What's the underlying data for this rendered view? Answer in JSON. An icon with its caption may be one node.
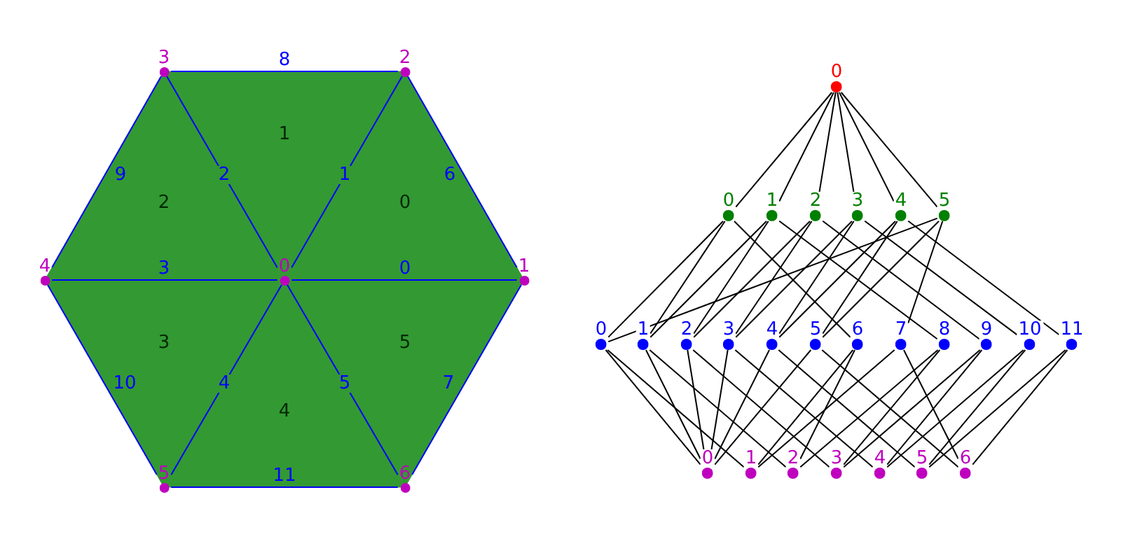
{
  "diagram": {
    "nodes": [
      {
        "text": [
          "0"
        ]
      },
      {
        "text": [
          "1"
        ]
      },
      {
        "text": [
          "2"
        ]
      },
      {
        "text": [
          "3"
        ]
      },
      {
        "text": [
          "4"
        ]
      },
      {
        "text": [
          "5"
        ]
      },
      {
        "text": [
          "6"
        ]
      },
      {
        "text": [
          "0"
        ]
      },
      {
        "text": [
          "1"
        ]
      },
      {
        "text": [
          "2"
        ]
      },
      {
        "text": [
          "3"
        ]
      },
      {
        "text": [
          "4"
        ]
      },
      {
        "text": [
          "5"
        ]
      },
      {
        "text": [
          "0"
        ]
      },
      {
        "text": [
          "0"
        ]
      },
      {
        "text": [
          "1"
        ]
      },
      {
        "text": [
          "2"
        ]
      },
      {
        "text": [
          "3"
        ]
      },
      {
        "text": [
          "4"
        ]
      },
      {
        "text": [
          "5"
        ]
      },
      {
        "text": [
          "0"
        ]
      },
      {
        "text": [
          "1"
        ]
      },
      {
        "text": [
          "2"
        ]
      },
      {
        "text": [
          "3"
        ]
      },
      {
        "text": [
          "4"
        ]
      },
      {
        "text": [
          "5"
        ]
      },
      {
        "text": [
          "6"
        ]
      },
      {
        "text": [
          "7"
        ]
      },
      {
        "text": [
          "8"
        ]
      },
      {
        "text": [
          "9"
        ]
      },
      {
        "text": [
          "10"
        ]
      },
      {
        "text": [
          "11"
        ]
      },
      {
        "text": [
          "0"
        ]
      },
      {
        "text": [
          "1"
        ]
      },
      {
        "text": [
          "2"
        ]
      },
      {
        "text": [
          "3"
        ]
      },
      {
        "text": [
          "4"
        ]
      },
      {
        "text": [
          "5"
        ]
      },
      {
        "text": [
          "6"
        ]
      }
    ],
    "edges": [
      {
        "from": 0,
        "to": 1,
        "arrow": "none",
        "label": "0",
        "color": "#0000ff"
      },
      {
        "from": 0,
        "to": 2,
        "arrow": "none",
        "label": "1",
        "color": "#0000ff"
      },
      {
        "from": 0,
        "to": 3,
        "arrow": "none",
        "label": "2",
        "color": "#0000ff"
      },
      {
        "from": 0,
        "to": 4,
        "arrow": "none",
        "label": "3",
        "color": "#0000ff"
      },
      {
        "from": 0,
        "to": 5,
        "arrow": "none",
        "label": "4",
        "color": "#0000ff"
      },
      {
        "from": 0,
        "to": 6,
        "arrow": "none",
        "label": "5",
        "color": "#0000ff"
      },
      {
        "from": 1,
        "to": 2,
        "arrow": "none",
        "label": "6",
        "color": "#0000ff"
      },
      {
        "from": 1,
        "to": 6,
        "arrow": "none",
        "label": "7",
        "color": "#0000ff"
      },
      {
        "from": 2,
        "to": 3,
        "arrow": "none",
        "label": "8",
        "color": "#0000ff"
      },
      {
        "from": 3,
        "to": 4,
        "arrow": "none",
        "label": "9",
        "color": "#0000ff"
      },
      {
        "from": 4,
        "to": 5,
        "arrow": "none",
        "label": "10",
        "color": "#0000ff"
      },
      {
        "from": 5,
        "to": 6,
        "arrow": "none",
        "label": "11",
        "color": "#0000ff"
      },
      {
        "from": 13,
        "to": 14,
        "arrow": "none"
      },
      {
        "from": 13,
        "to": 15,
        "arrow": "none"
      },
      {
        "from": 13,
        "to": 16,
        "arrow": "none"
      },
      {
        "from": 13,
        "to": 17,
        "arrow": "none"
      },
      {
        "from": 13,
        "to": 18,
        "arrow": "none"
      },
      {
        "from": 13,
        "to": 19,
        "arrow": "none"
      },
      {
        "from": 14,
        "to": 20,
        "arrow": "none"
      },
      {
        "from": 14,
        "to": 21,
        "arrow": "none"
      },
      {
        "from": 14,
        "to": 26,
        "arrow": "none"
      },
      {
        "from": 15,
        "to": 21,
        "arrow": "none"
      },
      {
        "from": 15,
        "to": 22,
        "arrow": "none"
      },
      {
        "from": 15,
        "to": 28,
        "arrow": "none"
      },
      {
        "from": 16,
        "to": 22,
        "arrow": "none"
      },
      {
        "from": 16,
        "to": 23,
        "arrow": "none"
      },
      {
        "from": 16,
        "to": 29,
        "arrow": "none"
      },
      {
        "from": 17,
        "to": 23,
        "arrow": "none"
      },
      {
        "from": 17,
        "to": 24,
        "arrow": "none"
      },
      {
        "from": 17,
        "to": 30,
        "arrow": "none"
      },
      {
        "from": 18,
        "to": 24,
        "arrow": "none"
      },
      {
        "from": 18,
        "to": 25,
        "arrow": "none"
      },
      {
        "from": 18,
        "to": 31,
        "arrow": "none"
      },
      {
        "from": 19,
        "to": 20,
        "arrow": "none"
      },
      {
        "from": 19,
        "to": 25,
        "arrow": "none"
      },
      {
        "from": 19,
        "to": 27,
        "arrow": "none"
      },
      {
        "from": 20,
        "to": 32,
        "arrow": "none"
      },
      {
        "from": 20,
        "to": 33,
        "arrow": "none"
      },
      {
        "from": 21,
        "to": 32,
        "arrow": "none"
      },
      {
        "from": 21,
        "to": 34,
        "arrow": "none"
      },
      {
        "from": 22,
        "to": 32,
        "arrow": "none"
      },
      {
        "from": 22,
        "to": 35,
        "arrow": "none"
      },
      {
        "from": 23,
        "to": 32,
        "arrow": "none"
      },
      {
        "from": 23,
        "to": 36,
        "arrow": "none"
      },
      {
        "from": 24,
        "to": 32,
        "arrow": "none"
      },
      {
        "from": 24,
        "to": 37,
        "arrow": "none"
      },
      {
        "from": 25,
        "to": 32,
        "arrow": "none"
      },
      {
        "from": 25,
        "to": 38,
        "arrow": "none"
      },
      {
        "from": 26,
        "to": 33,
        "arrow": "none"
      },
      {
        "from": 26,
        "to": 34,
        "arrow": "none"
      },
      {
        "from": 27,
        "to": 33,
        "arrow": "none"
      },
      {
        "from": 27,
        "to": 38,
        "arrow": "none"
      },
      {
        "from": 28,
        "to": 34,
        "arrow": "none"
      },
      {
        "from": 28,
        "to": 35,
        "arrow": "none"
      },
      {
        "from": 29,
        "to": 35,
        "arrow": "none"
      },
      {
        "from": 29,
        "to": 36,
        "arrow": "none"
      },
      {
        "from": 30,
        "to": 36,
        "arrow": "none"
      },
      {
        "from": 30,
        "to": 37,
        "arrow": "none"
      },
      {
        "from": 31,
        "to": 37,
        "arrow": "none"
      },
      {
        "from": 31,
        "to": 38,
        "arrow": "none"
      }
    ]
  }
}
